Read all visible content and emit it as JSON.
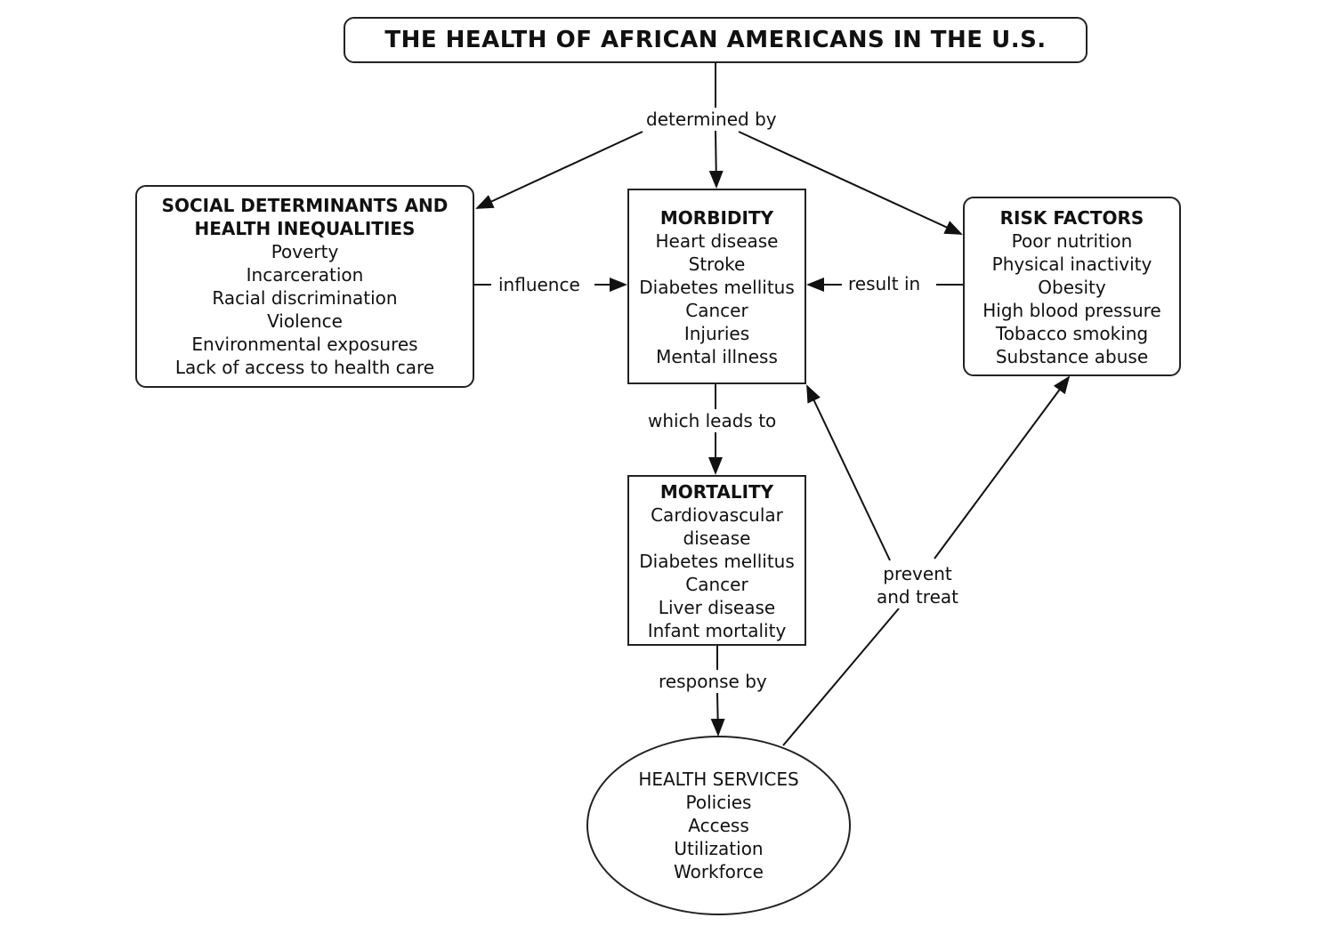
{
  "title": "THE HEALTH OF AFRICAN AMERICANS IN THE U.S.",
  "nodes": {
    "social": {
      "heading_line1": "SOCIAL DETERMINANTS AND",
      "heading_line2": "HEALTH INEQUALITIES",
      "items": [
        "Poverty",
        "Incarceration",
        "Racial discrimination",
        "Violence",
        "Environmental exposures",
        "Lack of access to health care"
      ]
    },
    "morbidity": {
      "heading": "MORBIDITY",
      "items": [
        "Heart disease",
        "Stroke",
        "Diabetes mellitus",
        "Cancer",
        "Injuries",
        "Mental illness"
      ]
    },
    "risk": {
      "heading": "RISK FACTORS",
      "items": [
        "Poor nutrition",
        "Physical inactivity",
        "Obesity",
        "High blood pressure",
        "Tobacco smoking",
        "Substance abuse"
      ]
    },
    "mortality": {
      "heading": "MORTALITY",
      "items": [
        "Cardiovascular",
        "disease",
        "Diabetes mellitus",
        "Cancer",
        "Liver disease",
        "Infant mortality"
      ]
    },
    "services": {
      "items": [
        "HEALTH SERVICES",
        "Policies",
        "Access",
        "Utilization",
        "Workforce"
      ]
    }
  },
  "edges": {
    "determined_by": "determined by",
    "influence": "influence",
    "result_in": "result in",
    "which_leads_to": "which leads to",
    "response_by": "response by",
    "prevent_line1": "prevent",
    "prevent_line2": "and treat"
  },
  "colors": {
    "line": "#111111",
    "border": "#222222",
    "background": "#ffffff"
  }
}
